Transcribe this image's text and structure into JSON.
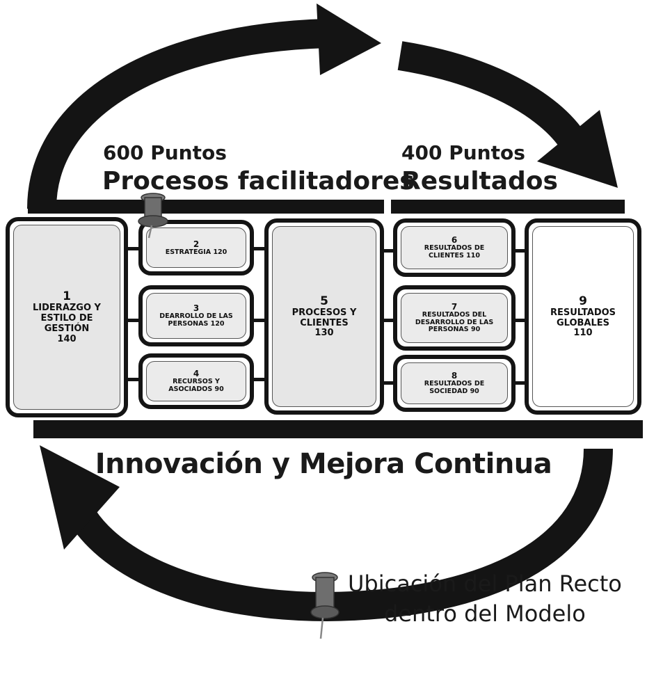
{
  "sections": {
    "left": {
      "points": "600 Puntos",
      "title": "Procesos facilitadores"
    },
    "right": {
      "points": "400 Puntos",
      "title": "Resultados"
    }
  },
  "criteria": [
    {
      "num": "1",
      "label": "LIDERAZGO Y ESTILO DE GESTIÓN",
      "points": "140"
    },
    {
      "num": "2",
      "label": "ESTRATEGIA",
      "points": "120"
    },
    {
      "num": "3",
      "label": "DEARROLLO DE LAS PERSONAS",
      "points": "120"
    },
    {
      "num": "4",
      "label": "RECURSOS Y ASOCIADOS",
      "points": "90"
    },
    {
      "num": "5",
      "label": "PROCESOS Y CLIENTES",
      "points": "130"
    },
    {
      "num": "6",
      "label": "RESULTADOS DE CLIENTES",
      "points": "110"
    },
    {
      "num": "7",
      "label": "RESULTADOS DEL DESARROLLO DE LAS PERSONAS",
      "points": "90"
    },
    {
      "num": "8",
      "label": "RESULTADOS DE SOCIEDAD",
      "points": "90"
    },
    {
      "num": "9",
      "label": "RESULTADOS GLOBALES",
      "points": "110"
    }
  ],
  "cycle_label": "Innovación y Mejora Continua",
  "legend": {
    "line1": "Ubicación del Plan Recto",
    "line2": "dentro del Modelo"
  },
  "colors": {
    "ink": "#141414",
    "box_fill": "#e6e6e6",
    "pin": "#6e6e6e"
  }
}
